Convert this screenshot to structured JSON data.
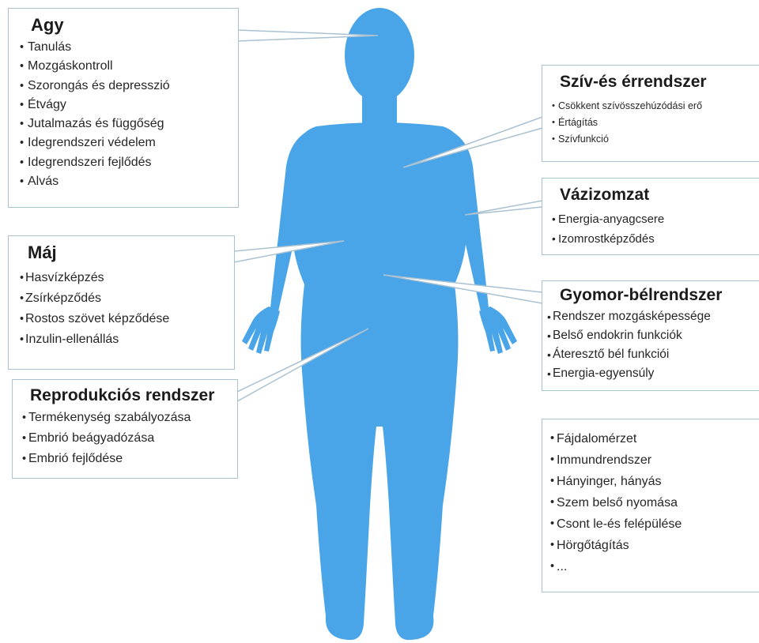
{
  "colors": {
    "body": "#4aa5e8",
    "box_border": "#a9c1d0",
    "connector_fill": "#ffffff"
  },
  "boxes": {
    "agy": {
      "title": "Agy",
      "items": [
        "Tanulás",
        "Mozgáskontroll",
        "Szorongás és depresszió",
        "Étvágy",
        "Jutalmazás és függőség",
        "Idegrendszeri védelem",
        "Idegrendszeri fejlődés",
        "Alvás"
      ]
    },
    "sziv": {
      "title": "Szív-és érrendszer",
      "items": [
        "Csökkent szívösszehúzódási erő",
        "Értágítás",
        "Szívfunkció"
      ]
    },
    "vaz": {
      "title": "Vázizomzat",
      "items": [
        "Energia-anyagcsere",
        "Izomrostképződés"
      ]
    },
    "maj": {
      "title": "Máj",
      "items": [
        "Hasvízképzés",
        "Zsírképződés",
        "Rostos szövet képződése",
        "Inzulin-ellenállás"
      ]
    },
    "gyomor": {
      "title": "Gyomor-bélrendszer",
      "items": [
        "Rendszer mozgásképessége",
        "Belső endokrin funkciók",
        "Áteresztő bél funkciói",
        "Energia-egyensúly"
      ]
    },
    "repro": {
      "title": "Reprodukciós rendszer",
      "items": [
        "Termékenység szabályozása",
        "Embrió beágyadózása",
        "Embrió fejlődése"
      ]
    },
    "egyeb": {
      "title": "",
      "items": [
        "Fájdalomérzet",
        "Immundrendszer",
        "Hányinger, hányás",
        "Szem belső nyomása",
        "Csont le-és felépülése",
        "Hörgőtágítás",
        "..."
      ]
    }
  }
}
